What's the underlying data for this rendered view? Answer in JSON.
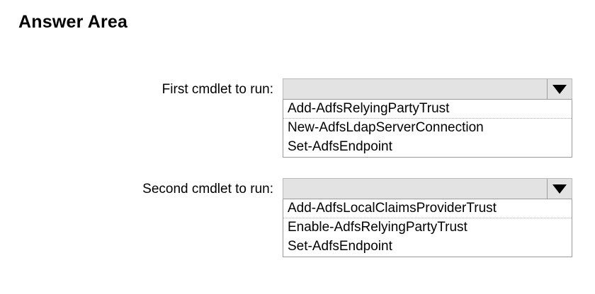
{
  "page": {
    "title": "Answer Area"
  },
  "fields": [
    {
      "id": "first-cmdlet",
      "label": "First cmdlet to run:",
      "dropdown": {
        "selected_value": "",
        "caret_icon": "chevron-down-icon",
        "expanded": true,
        "options": [
          "Add-AdfsRelyingPartyTrust",
          "New-AdfsLdapServerConnection",
          "Set-AdfsEndpoint"
        ]
      }
    },
    {
      "id": "second-cmdlet",
      "label": "Second cmdlet to run:",
      "dropdown": {
        "selected_value": "",
        "caret_icon": "chevron-down-icon",
        "expanded": true,
        "options": [
          "Add-AdfsLocalClaimsProviderTrust",
          "Enable-AdfsRelyingPartyTrust",
          "Set-AdfsEndpoint"
        ]
      }
    }
  ],
  "colors": {
    "combobox_fill": "#e3e3e3",
    "combobox_border": "#9a9a9a",
    "list_background": "#ffffff",
    "text": "#000000",
    "separator": "#a8a8a8"
  }
}
